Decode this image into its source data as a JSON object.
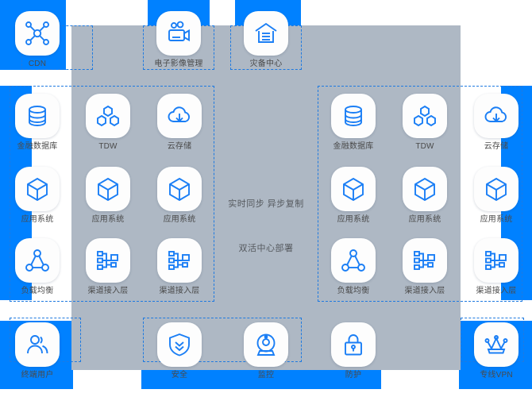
{
  "theme": {
    "brand_blue": "#0081ff",
    "panel_gray": "#aeb8c4",
    "tile_white": "#fdfdfd",
    "label_gray": "#4a4a4a",
    "dash_blue": "#1f7ae0"
  },
  "center": {
    "line1": "实时同步 异步复制",
    "line2": "双活中心部署"
  },
  "top_row": [
    {
      "label": "CDN",
      "icon": "cdn-network-icon"
    },
    {
      "label": "电子影像管理",
      "icon": "video-camera-icon"
    },
    {
      "label": "灾备中心",
      "icon": "warehouse-icon"
    }
  ],
  "left_cluster": [
    {
      "label": "金融数据库",
      "icon": "database-icon"
    },
    {
      "label": "TDW",
      "icon": "hexagon-cluster-icon"
    },
    {
      "label": "云存储",
      "icon": "cloud-download-icon"
    },
    {
      "label": "应用系统",
      "icon": "cube-icon"
    },
    {
      "label": "应用系统",
      "icon": "cube-icon"
    },
    {
      "label": "应用系统",
      "icon": "cube-icon"
    },
    {
      "label": "负载均衡",
      "icon": "load-balancer-icon"
    },
    {
      "label": "渠道接入层",
      "icon": "org-tree-icon"
    },
    {
      "label": "渠道接入层",
      "icon": "org-tree-icon"
    }
  ],
  "right_cluster": [
    {
      "label": "金融数据库",
      "icon": "database-icon"
    },
    {
      "label": "TDW",
      "icon": "hexagon-cluster-icon"
    },
    {
      "label": "云存储",
      "icon": "cloud-download-icon"
    },
    {
      "label": "应用系统",
      "icon": "cube-icon"
    },
    {
      "label": "应用系统",
      "icon": "cube-icon"
    },
    {
      "label": "应用系统",
      "icon": "cube-icon"
    },
    {
      "label": "负载均衡",
      "icon": "load-balancer-icon"
    },
    {
      "label": "渠道接入层",
      "icon": "org-tree-icon"
    },
    {
      "label": "渠道接入层",
      "icon": "org-tree-icon"
    }
  ],
  "bottom_row": [
    {
      "label": "终端用户",
      "icon": "users-icon"
    },
    {
      "label": "安全",
      "icon": "shield-icon"
    },
    {
      "label": "监控",
      "icon": "monitor-camera-icon"
    },
    {
      "label": "防护",
      "icon": "lock-icon"
    },
    {
      "label": "专线VPN",
      "icon": "crown-icon"
    }
  ]
}
